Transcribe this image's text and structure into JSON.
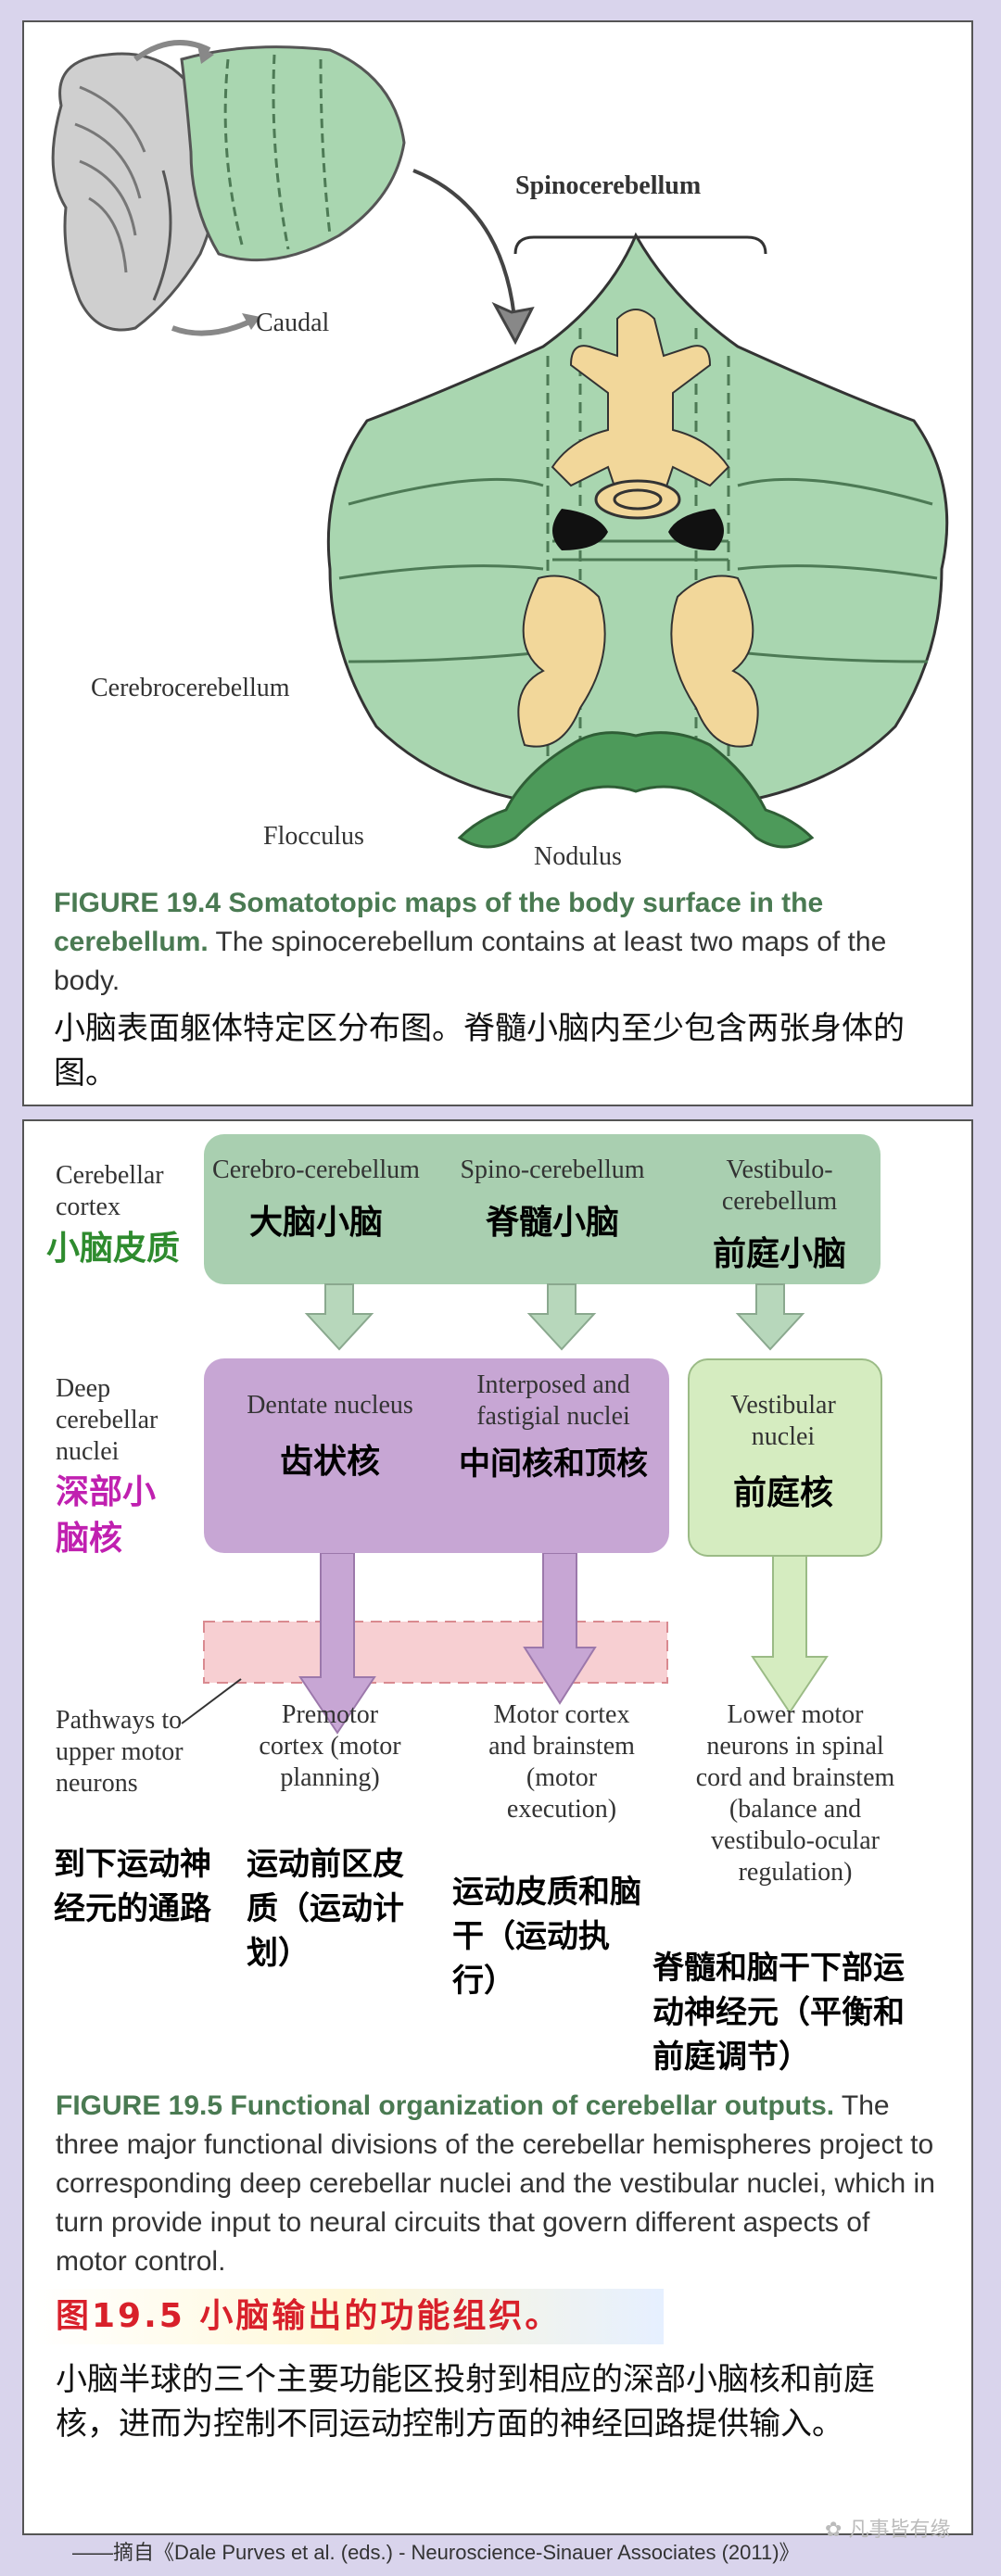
{
  "figure1": {
    "labels": {
      "spinocerebellum": "Spinocerebellum",
      "caudal": "Caudal",
      "cerebrocerebellum": "Cerebrocerebellum",
      "flocculus": "Flocculus",
      "nodulus": "Nodulus"
    },
    "caption_title": "FIGURE 19.4   Somatotopic maps of the body surface in the cerebellum.",
    "caption_body": " The spinocerebellum contains at least two maps of the body.",
    "caption_cn": "小脑表面躯体特定区分布图。脊髓小脑内至少包含两张身体的图。"
  },
  "figure2": {
    "left_labels": {
      "cortex_en": "Cerebellar cortex",
      "cortex_cn": "小脑皮质",
      "deep_en": "Deep cerebellar nuclei",
      "deep_cn": "深部小脑核",
      "pathways_en": "Pathways to upper motor neurons",
      "pathways_cn": "到下运动神经元的通路"
    },
    "cortex_boxes": [
      {
        "en": "Cerebro-cerebellum",
        "cn": "大脑小脑"
      },
      {
        "en": "Spino-cerebellum",
        "cn": "脊髓小脑"
      },
      {
        "en": "Vestibulo-cerebellum",
        "cn": "前庭小脑"
      }
    ],
    "nuclei_boxes": [
      {
        "en": "Dentate nucleus",
        "cn": "齿状核"
      },
      {
        "en": "Interposed and fastigial nuclei",
        "cn": "中间核和顶核"
      },
      {
        "en": "Vestibular nuclei",
        "cn": "前庭核"
      }
    ],
    "targets": [
      {
        "en": "Premotor cortex (motor planning)",
        "cn": "运动前区皮质（运动计划）"
      },
      {
        "en": "Motor cortex and brainstem (motor execution)",
        "cn": "运动皮质和脑干（运动执行）"
      },
      {
        "en": "Lower motor neurons in spinal cord and brainstem (balance and vestibulo-ocular regulation)",
        "cn": "脊髓和脑干下部运动神经元（平衡和前庭调节）"
      }
    ],
    "caption_title": "FIGURE 19.5   Functional organization of cerebellar outputs.",
    "caption_body": " The three major functional divisions of the cerebellar hemispheres project to corresponding deep cerebellar nuclei and the vestibular nuclei, which in turn provide input to neural circuits that govern different aspects of motor control.",
    "caption_cn_title": "图19.5 小脑输出的功能组织。",
    "caption_cn_body": "小脑半球的三个主要功能区投射到相应的深部小脑核和前庭核，进而为控制不同运动控制方面的神经回路提供输入。"
  },
  "footer": {
    "source": "——摘自《Dale Purves et al. (eds.) - Neuroscience-Sinauer Associates (2011)》",
    "watermark": "凡事皆有缘"
  },
  "colors": {
    "background": "#d9d4ec",
    "cerebellum_green": "#a9d6b0",
    "body_yellow": "#f2d79a",
    "cortex_box": "#a9cfb0",
    "nuclei_box": "#c7a6d4",
    "vestibular_box": "#d5ecc0",
    "pathway_box": "#f7cfd2",
    "caption_green": "#4a7a52",
    "cn_red": "#d8202a"
  }
}
